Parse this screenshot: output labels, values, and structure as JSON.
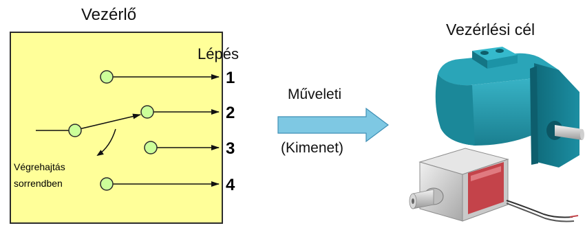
{
  "controller": {
    "title": "Vezérlő",
    "step_header": "Lépés",
    "steps": [
      "1",
      "2",
      "3",
      "4"
    ],
    "note_line1": "Végrehajtás",
    "note_line2": "sorrendben"
  },
  "operation": {
    "label": "Műveleti",
    "output_label": "(Kimenet)"
  },
  "target": {
    "title": "Vezérlési cél"
  },
  "colors": {
    "box_fill": "#ffff99",
    "node_fill": "#ccff99",
    "arrow_fill": "#7ec8e3",
    "motor": "#1f8ea0",
    "solenoid_coil": "#c4434a"
  }
}
